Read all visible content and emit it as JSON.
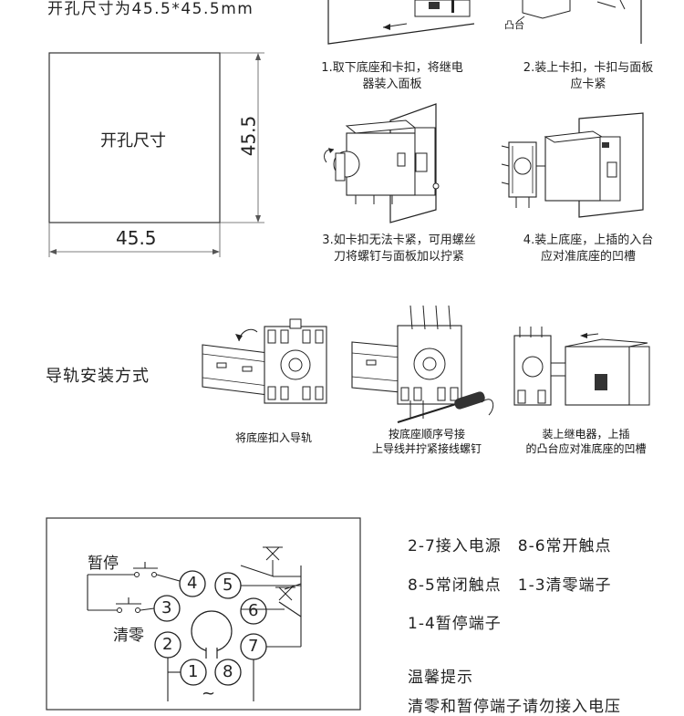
{
  "header": {
    "cutout_note": "开孔尺寸为45.5*45.5mm"
  },
  "cutout": {
    "label": "开孔尺寸",
    "width": "45.5",
    "height": "45.5"
  },
  "panel_steps": [
    {
      "line1": "1.取下底座和卡扣，将继电",
      "line2": "器装入面板"
    },
    {
      "line1": "2.装上卡扣，卡扣与面板",
      "line2": "应卡紧"
    },
    {
      "line1": "3.如卡扣无法卡紧，可用螺丝",
      "line2": "刀将螺钉与面板加以拧紧"
    },
    {
      "line1": "4.装上底座，上插的入台",
      "line2": "应对准底座的凹槽"
    }
  ],
  "step2_label": "凸台",
  "rail": {
    "title": "导轨安装方式",
    "captions": [
      {
        "line1": "将底座扣入导轨",
        "line2": ""
      },
      {
        "line1": "按底座顺序号接",
        "line2": "上导线并拧紧接线螺钉"
      },
      {
        "line1": "装上继电器，上插",
        "line2": "的凸台应对准底座的凹槽"
      }
    ]
  },
  "wiring": {
    "pause_label": "暂停",
    "reset_label": "清零",
    "pins": [
      "1",
      "2",
      "3",
      "4",
      "5",
      "6",
      "7",
      "8"
    ],
    "power_symbol": "~",
    "legend": [
      "2-7接入电源　8-6常开触点",
      "8-5常闭触点　1-3清零端子",
      "1-4暂停端子"
    ],
    "tips_title": "温馨提示",
    "tips_text": "清零和暂停端子请勿接入电压"
  }
}
